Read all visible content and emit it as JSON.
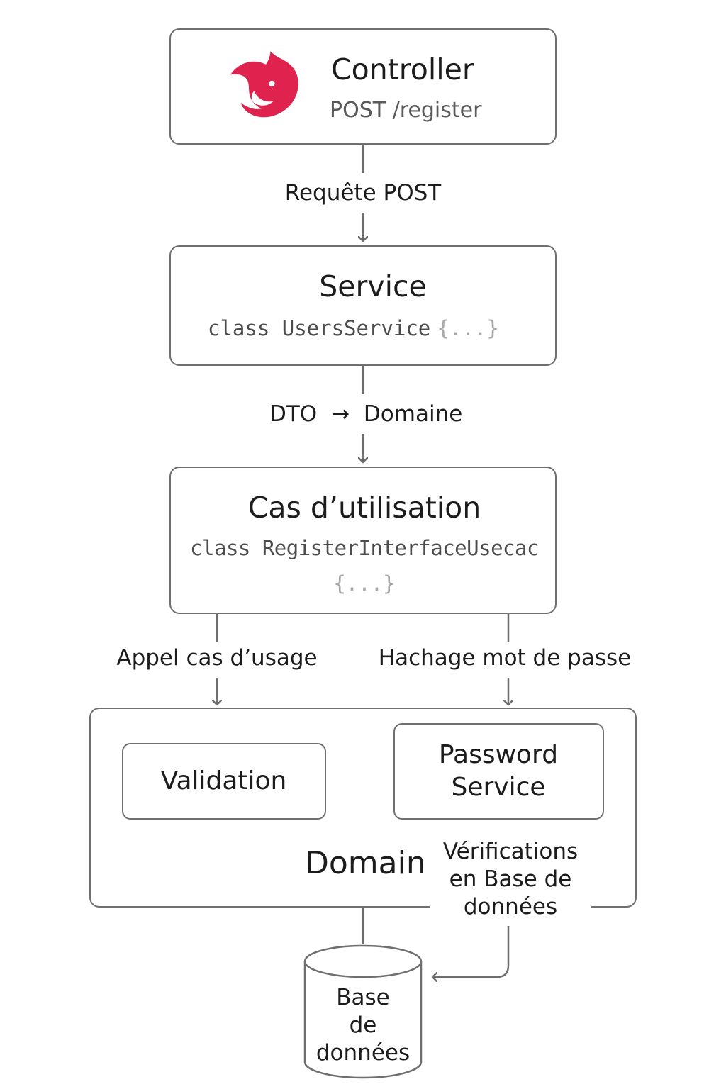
{
  "controller": {
    "logo": "nestjs-logo",
    "title": "Controller",
    "route": "POST /register"
  },
  "edge_controller_service": "Requête POST",
  "service": {
    "title": "Service",
    "code_class": "class UsersService",
    "code_body": "{...}"
  },
  "edge_service_usecase": {
    "from": "DTO",
    "arrow": "→",
    "to": "Domaine"
  },
  "usecase": {
    "title": "Cas d’utilisation",
    "code_class": "class RegisterInterfaceUsecac",
    "code_body": "{...}"
  },
  "edge_usecase_validation": "Appel cas d’usage",
  "edge_usecase_password": "Hachage mot de passe",
  "domain": {
    "title": "Domain",
    "validation": "Validation",
    "password_service_line1": "Password",
    "password_service_line2": "Service"
  },
  "edge_password_db": {
    "line1": "Vérifications",
    "line2": "en Base de",
    "line3": "données"
  },
  "database": {
    "line1": "Base",
    "line2": "de",
    "line3": "données"
  },
  "colors": {
    "stroke": "#6f6f6f",
    "logo": "#e0234e",
    "text": "#1c1c1c",
    "code": "#4c4c4c",
    "muted": "#a8a8a8"
  }
}
